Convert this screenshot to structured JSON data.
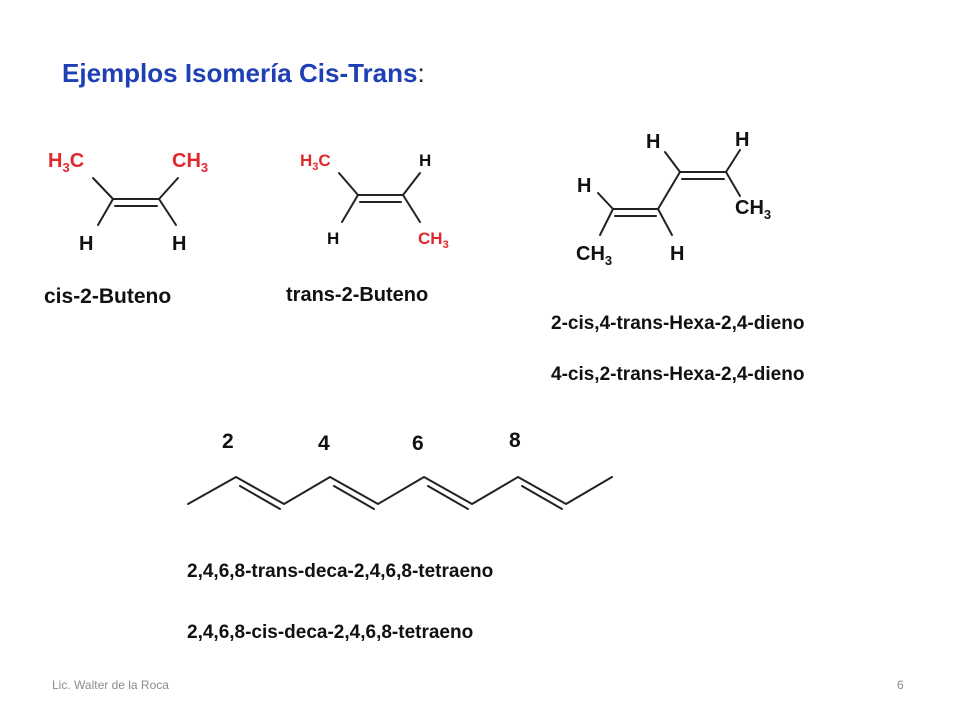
{
  "title": {
    "main": "Ejemplos Isomería Cis-Trans",
    "colon": ":"
  },
  "colors": {
    "title": "#1f3fb5",
    "methyl": "#e0282e",
    "text": "#111111",
    "footer": "#8c8c8c"
  },
  "cis_butene": {
    "name": "cis-2-Buteno",
    "left_top": {
      "main": "H",
      "sub1": "3",
      "rest": "C"
    },
    "right_top": {
      "main": "CH",
      "sub": "3"
    },
    "left_bottom": "H",
    "right_bottom": "H"
  },
  "trans_butene": {
    "name": "trans-2-Buteno",
    "left_top": {
      "main": "H",
      "sub1": "3",
      "rest": "C"
    },
    "right_top": "H",
    "left_bottom": "H",
    "right_bottom": {
      "main": "CH",
      "sub": "3"
    }
  },
  "hexadiene": {
    "h_top_left": "H",
    "h_top_right": "H",
    "h_left": "H",
    "h_bottom": "H",
    "ch3_right": {
      "main": "CH",
      "sub": "3"
    },
    "ch3_bottom": {
      "main": "CH",
      "sub": "3"
    },
    "names": [
      "2-cis,4-trans-Hexa-2,4-dieno",
      "4-cis,2-trans-Hexa-2,4-dieno"
    ]
  },
  "tetraene": {
    "locants": [
      "2",
      "4",
      "6",
      "8"
    ],
    "names": [
      "2,4,6,8-trans-deca-2,4,6,8-tetraeno",
      "2,4,6,8-cis-deca-2,4,6,8-tetraeno"
    ]
  },
  "footer": {
    "author": "Lic. Walter de la Roca",
    "page": "6"
  }
}
